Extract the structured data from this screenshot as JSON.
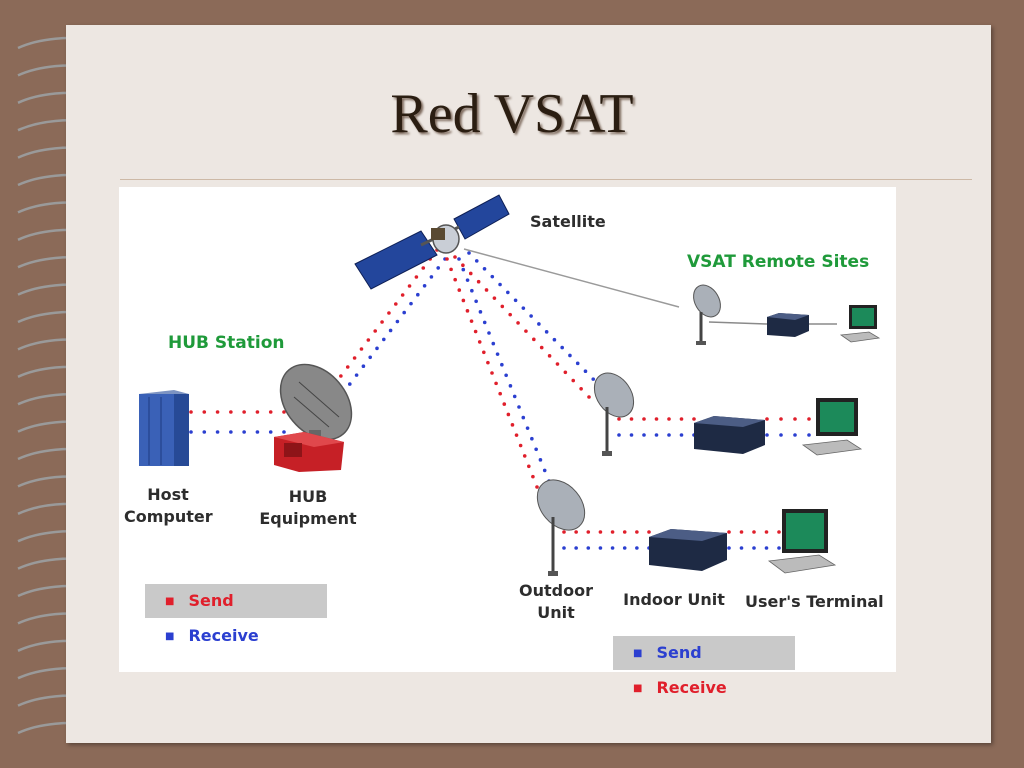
{
  "slide": {
    "title": "Red VSAT"
  },
  "diagram": {
    "labels": {
      "satellite": "Satellite",
      "vsat_remote_sites": "VSAT Remote Sites",
      "hub_station": "HUB Station",
      "host_computer_1": "Host",
      "host_computer_2": "Computer",
      "hub_equipment_1": "HUB",
      "hub_equipment_2": "Equipment",
      "outdoor_unit_1": "Outdoor",
      "outdoor_unit_2": "Unit",
      "indoor_unit": "Indoor Unit",
      "users_terminal": "User's Terminal"
    },
    "legend_hub": {
      "first": "Send",
      "second": "Receive"
    },
    "legend_remote": {
      "first": "Send",
      "second": "Receive"
    },
    "colors": {
      "send": "#e01f2b",
      "receive": "#2b3fd0",
      "label_green": "#1f9a3a"
    }
  }
}
